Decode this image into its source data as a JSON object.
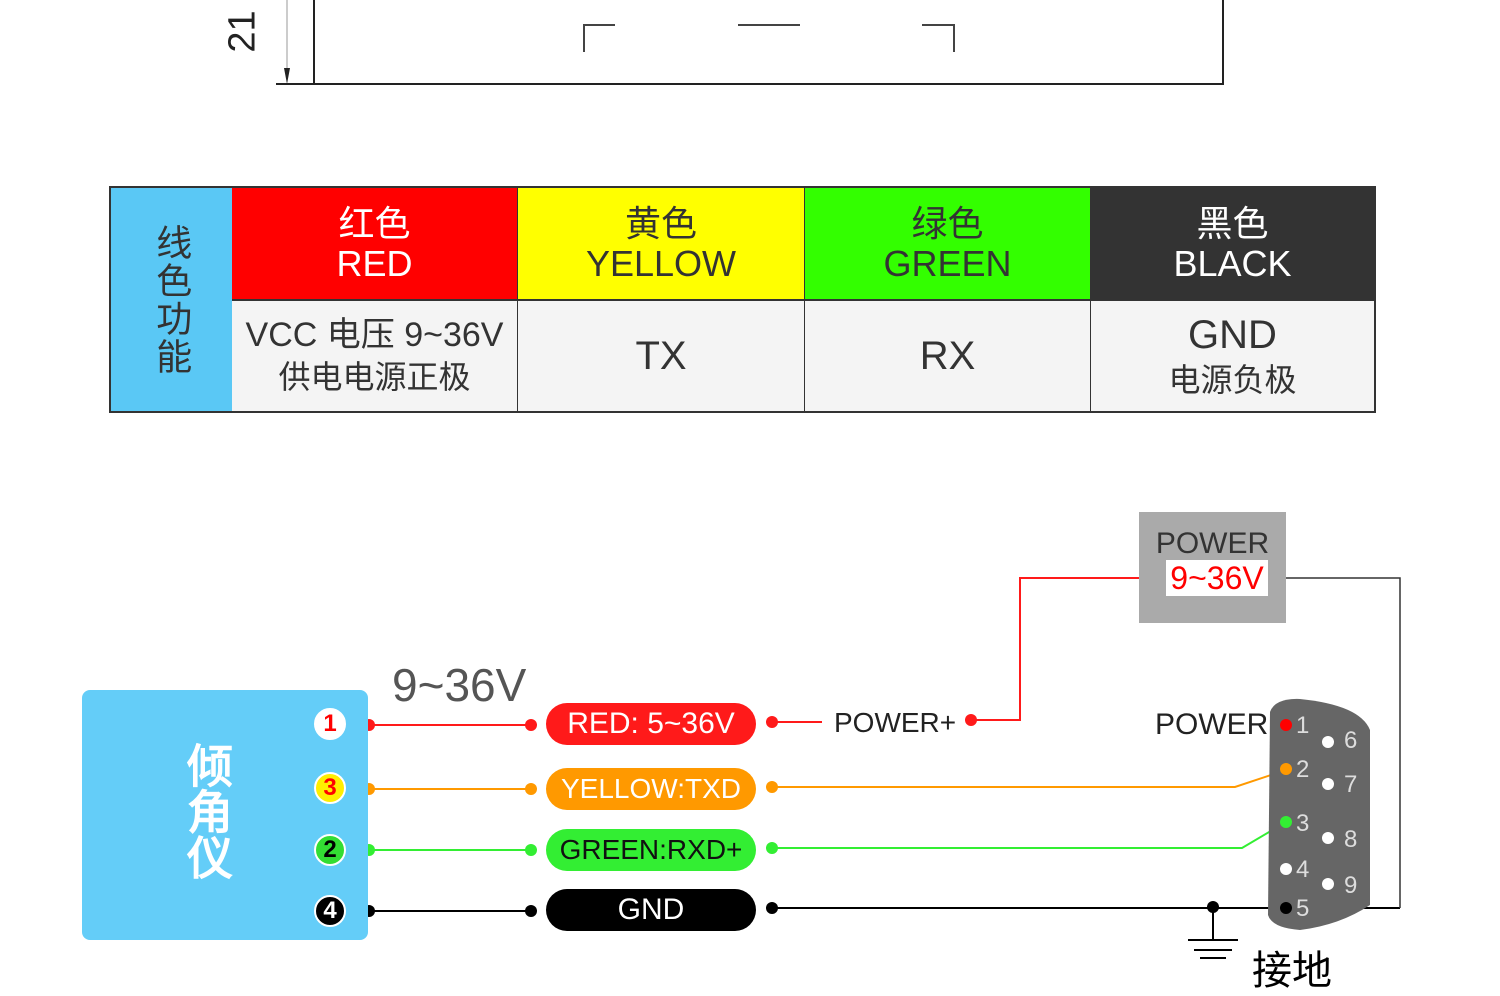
{
  "dimension": {
    "label": "21"
  },
  "table": {
    "row_header": "线色功能",
    "columns": [
      {
        "color_cn": "红色",
        "color_en": "RED",
        "func_line1": "VCC 电压 9~36V",
        "func_line2": "供电电源正极",
        "bg": "#ff0000",
        "fg": "#ffffff"
      },
      {
        "color_cn": "黄色",
        "color_en": "YELLOW",
        "func_line1": "TX",
        "func_line2": "",
        "bg": "#ffff00",
        "fg": "#333333"
      },
      {
        "color_cn": "绿色",
        "color_en": "GREEN",
        "func_line1": "RX",
        "func_line2": "",
        "bg": "#33ff00",
        "fg": "#333333"
      },
      {
        "color_cn": "黑色",
        "color_en": "BLACK",
        "func_line1": "GND",
        "func_line2": "电源负极",
        "bg": "#333333",
        "fg": "#ffffff"
      }
    ]
  },
  "wiring": {
    "device_label": "倾角仪",
    "voltage_label": "9~36V",
    "pins": [
      "1",
      "3",
      "2",
      "4"
    ],
    "wires": [
      {
        "label": "RED: 5~36V",
        "color": "#ff1a1a"
      },
      {
        "label": "YELLOW:TXD",
        "color": "#ff9900"
      },
      {
        "label": "GREEN:RXD+",
        "color": "#33ee33"
      },
      {
        "label": "GND",
        "color": "#000000"
      }
    ],
    "power_plus": "POWER+",
    "power_box_title": "POWER",
    "power_box_voltage": "9~36V",
    "connector_label": "POWER",
    "connector_pins": [
      "1",
      "2",
      "3",
      "4",
      "5",
      "6",
      "7",
      "8",
      "9"
    ],
    "ground_label": "接地"
  }
}
